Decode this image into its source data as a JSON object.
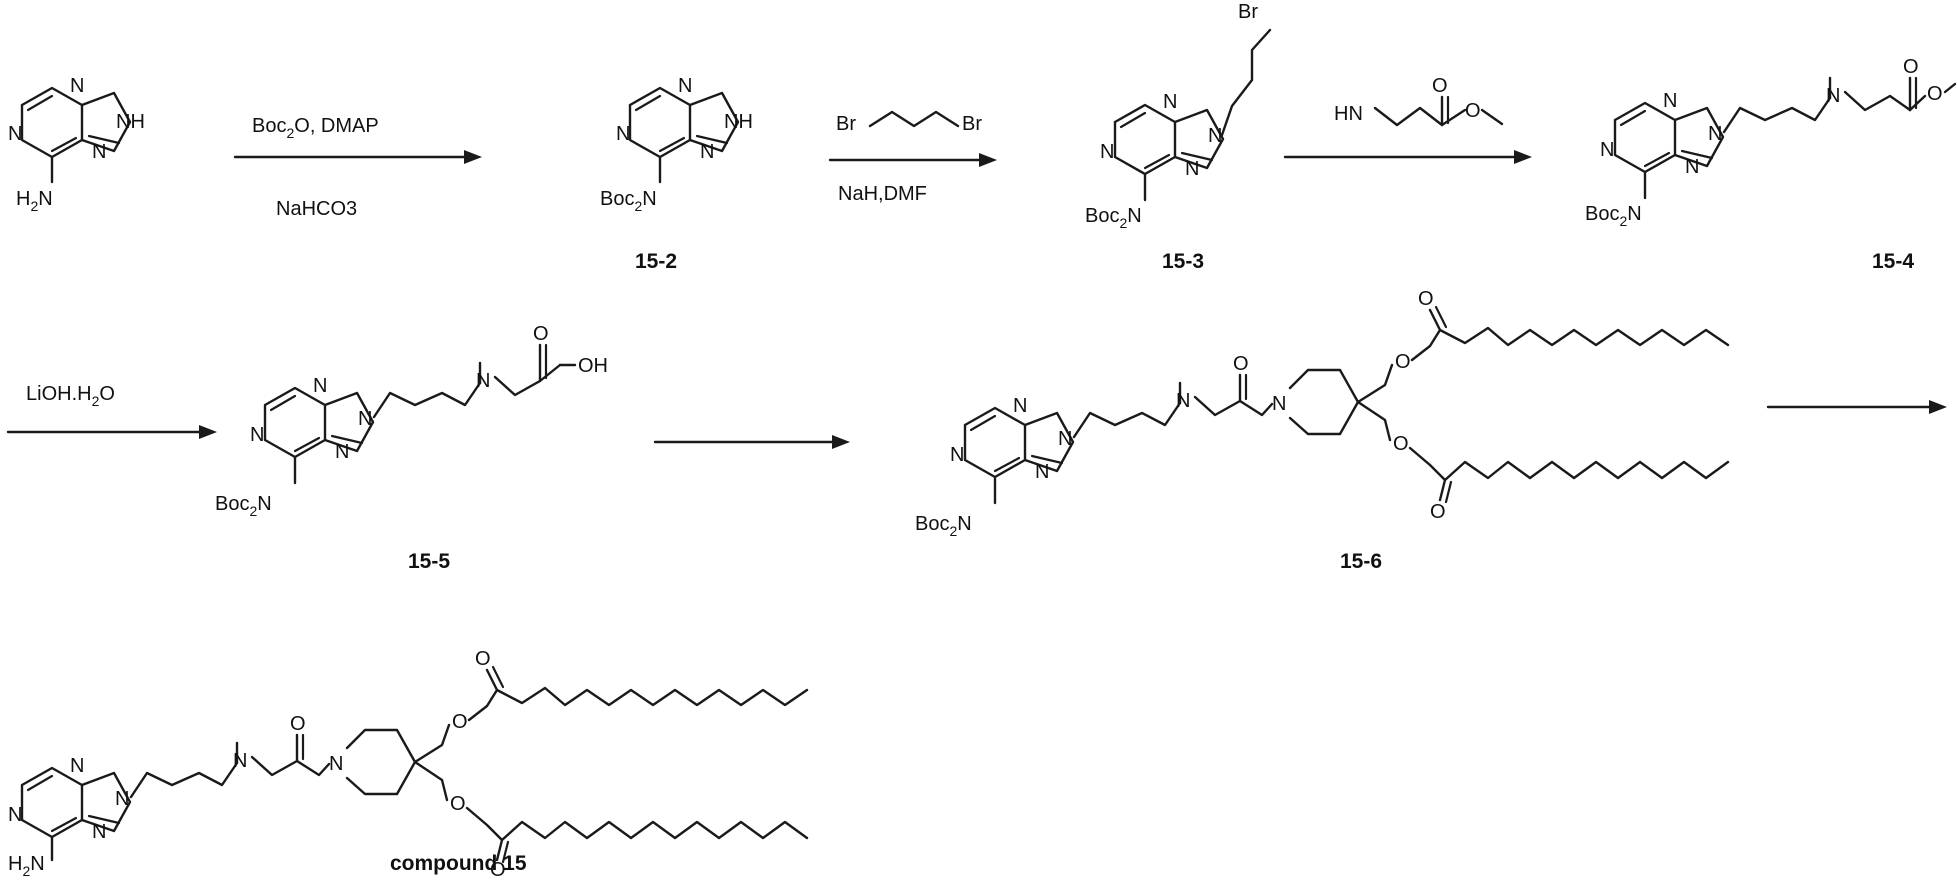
{
  "atoms": {
    "N": "N",
    "NH": "NH",
    "HN": "HN",
    "H2N_main": "H",
    "H2N_sub": "2",
    "H2N_tail": "N",
    "Boc": "Boc",
    "Boc_sub": "2",
    "Boc_tail": "N",
    "O": "O",
    "OH": "OH",
    "Br": "Br"
  },
  "reagents": {
    "step1_top_main": "Boc",
    "step1_top_sub": "2",
    "step1_top_tail": "O, DMAP",
    "step1_bottom": "NaHCO3",
    "step2_bottom": "NaH,DMF",
    "step4_top_main": "LiOH.H",
    "step4_top_sub": "2",
    "step4_top_tail": "O"
  },
  "compound_labels": {
    "c15_2": "15-2",
    "c15_3": "15-3",
    "c15_4": "15-4",
    "c15_5": "15-5",
    "c15_6": "15-6",
    "c15": "compound 15"
  }
}
